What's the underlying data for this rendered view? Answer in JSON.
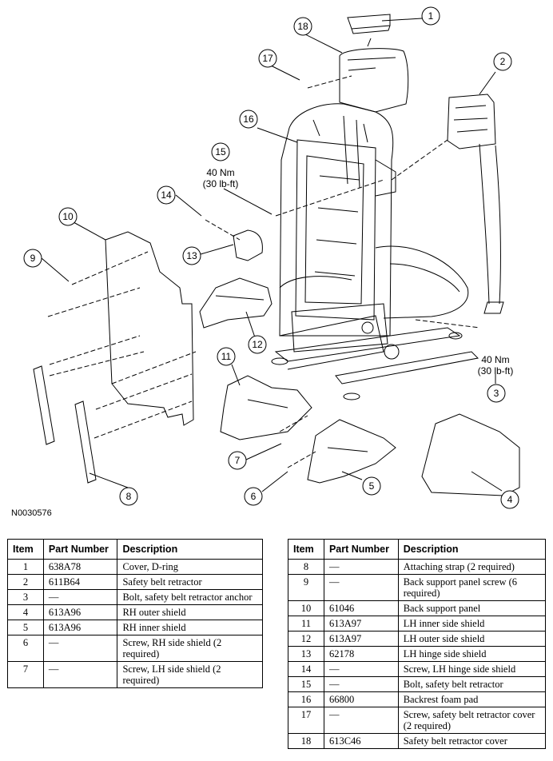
{
  "figure_id": "N0030576",
  "callouts": {
    "c1": "1",
    "c2": "2",
    "c3": "3",
    "c4": "4",
    "c5": "5",
    "c6": "6",
    "c7": "7",
    "c8": "8",
    "c9": "9",
    "c10": "10",
    "c11": "11",
    "c12": "12",
    "c13": "13",
    "c14": "14",
    "c15": "15",
    "c16": "16",
    "c17": "17",
    "c18": "18"
  },
  "torque": {
    "t15_nm": "40 Nm",
    "t15_lbft": "(30 lb-ft)",
    "t3_nm": "40 Nm",
    "t3_lbft": "(30 lb-ft)"
  },
  "table_headers": {
    "item": "Item",
    "part_number": "Part Number",
    "description": "Description"
  },
  "parts_left": [
    {
      "item": "1",
      "pn": "638A78",
      "desc": "Cover, D-ring"
    },
    {
      "item": "2",
      "pn": "611B64",
      "desc": "Safety belt retractor"
    },
    {
      "item": "3",
      "pn": "—",
      "desc": "Bolt, safety belt retractor anchor"
    },
    {
      "item": "4",
      "pn": "613A96",
      "desc": "RH outer shield"
    },
    {
      "item": "5",
      "pn": "613A96",
      "desc": "RH inner shield"
    },
    {
      "item": "6",
      "pn": "—",
      "desc": "Screw, RH side shield (2 required)"
    },
    {
      "item": "7",
      "pn": "—",
      "desc": "Screw, LH side shield (2 required)"
    }
  ],
  "parts_right": [
    {
      "item": "8",
      "pn": "—",
      "desc": "Attaching strap (2 required)"
    },
    {
      "item": "9",
      "pn": "—",
      "desc": "Back support panel screw (6 required)"
    },
    {
      "item": "10",
      "pn": "61046",
      "desc": "Back support panel"
    },
    {
      "item": "11",
      "pn": "613A97",
      "desc": "LH inner side shield"
    },
    {
      "item": "12",
      "pn": "613A97",
      "desc": "LH outer side shield"
    },
    {
      "item": "13",
      "pn": "62178",
      "desc": "LH hinge side shield"
    },
    {
      "item": "14",
      "pn": "—",
      "desc": "Screw, LH hinge side shield"
    },
    {
      "item": "15",
      "pn": "—",
      "desc": "Bolt, safety belt retractor"
    },
    {
      "item": "16",
      "pn": "66800",
      "desc": "Backrest foam pad"
    },
    {
      "item": "17",
      "pn": "—",
      "desc": "Screw, safety belt retractor cover (2 required)"
    },
    {
      "item": "18",
      "pn": "613C46",
      "desc": "Safety belt retractor cover"
    }
  ]
}
